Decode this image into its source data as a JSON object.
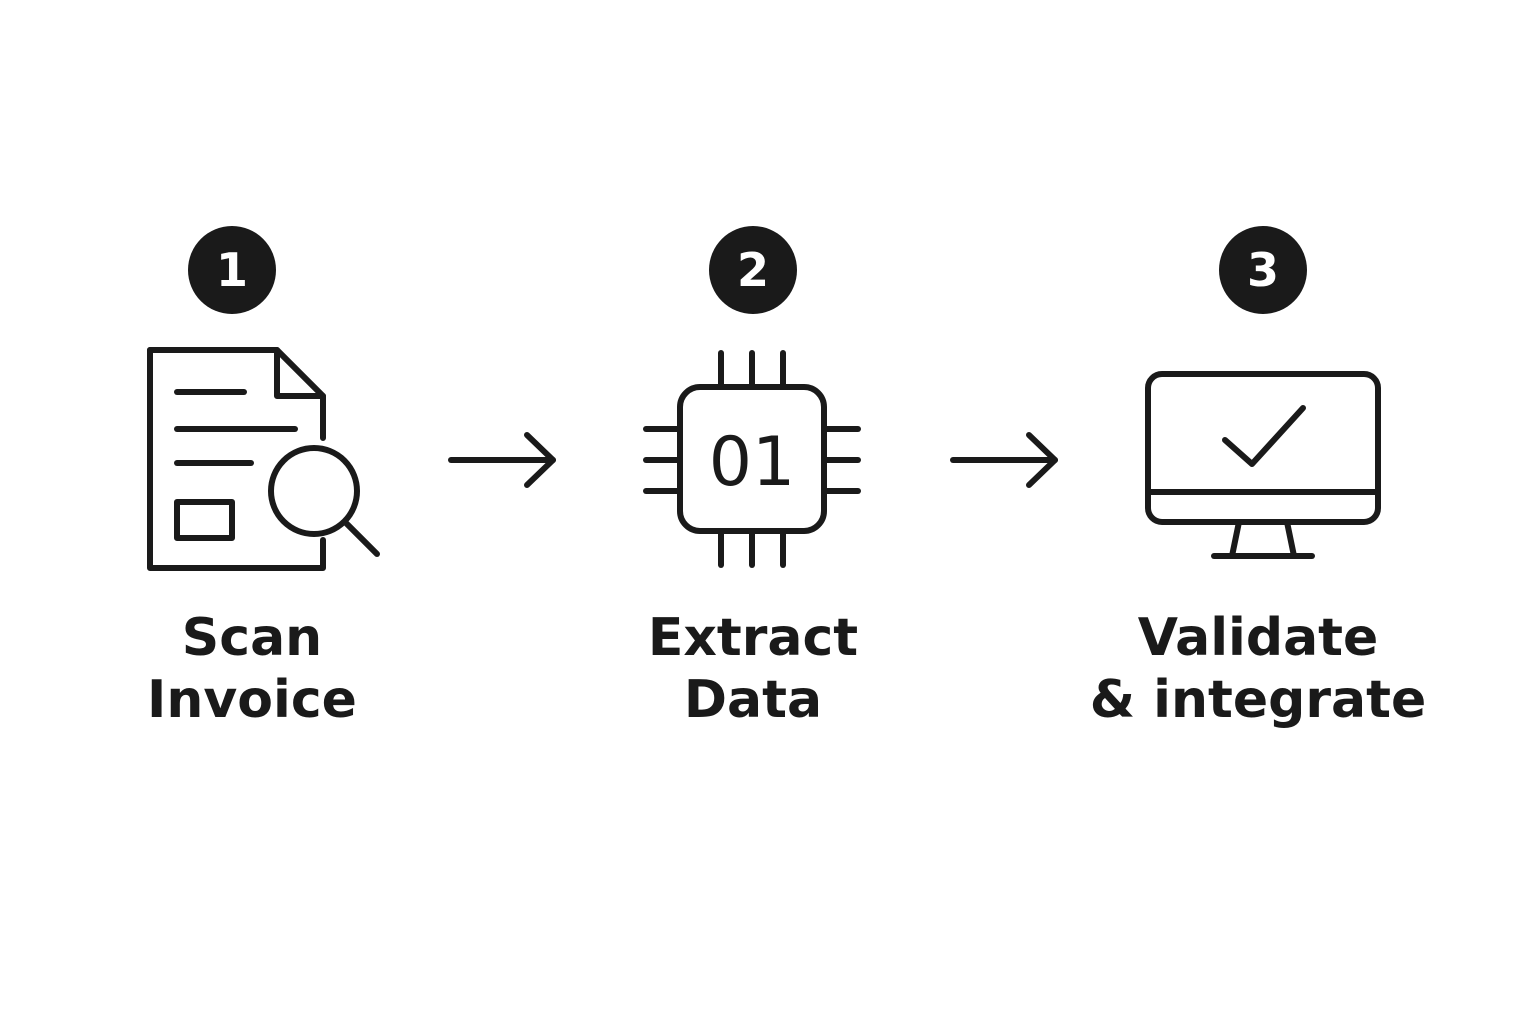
{
  "steps": [
    {
      "number": "1",
      "icon": "document-magnifier-icon",
      "label_line1": "Scan",
      "label_line2": "Invoice"
    },
    {
      "number": "2",
      "icon": "chip-icon",
      "chip_text": "01",
      "label_line1": "Extract",
      "label_line2": "Data"
    },
    {
      "number": "3",
      "icon": "monitor-check-icon",
      "label_line1": "Validate",
      "label_line2": "& integrate"
    }
  ],
  "arrows": [
    "arrow-right-icon",
    "arrow-right-icon"
  ],
  "colors": {
    "ink": "#1a1a1a",
    "background": "#ffffff",
    "badge_text": "#ffffff"
  }
}
